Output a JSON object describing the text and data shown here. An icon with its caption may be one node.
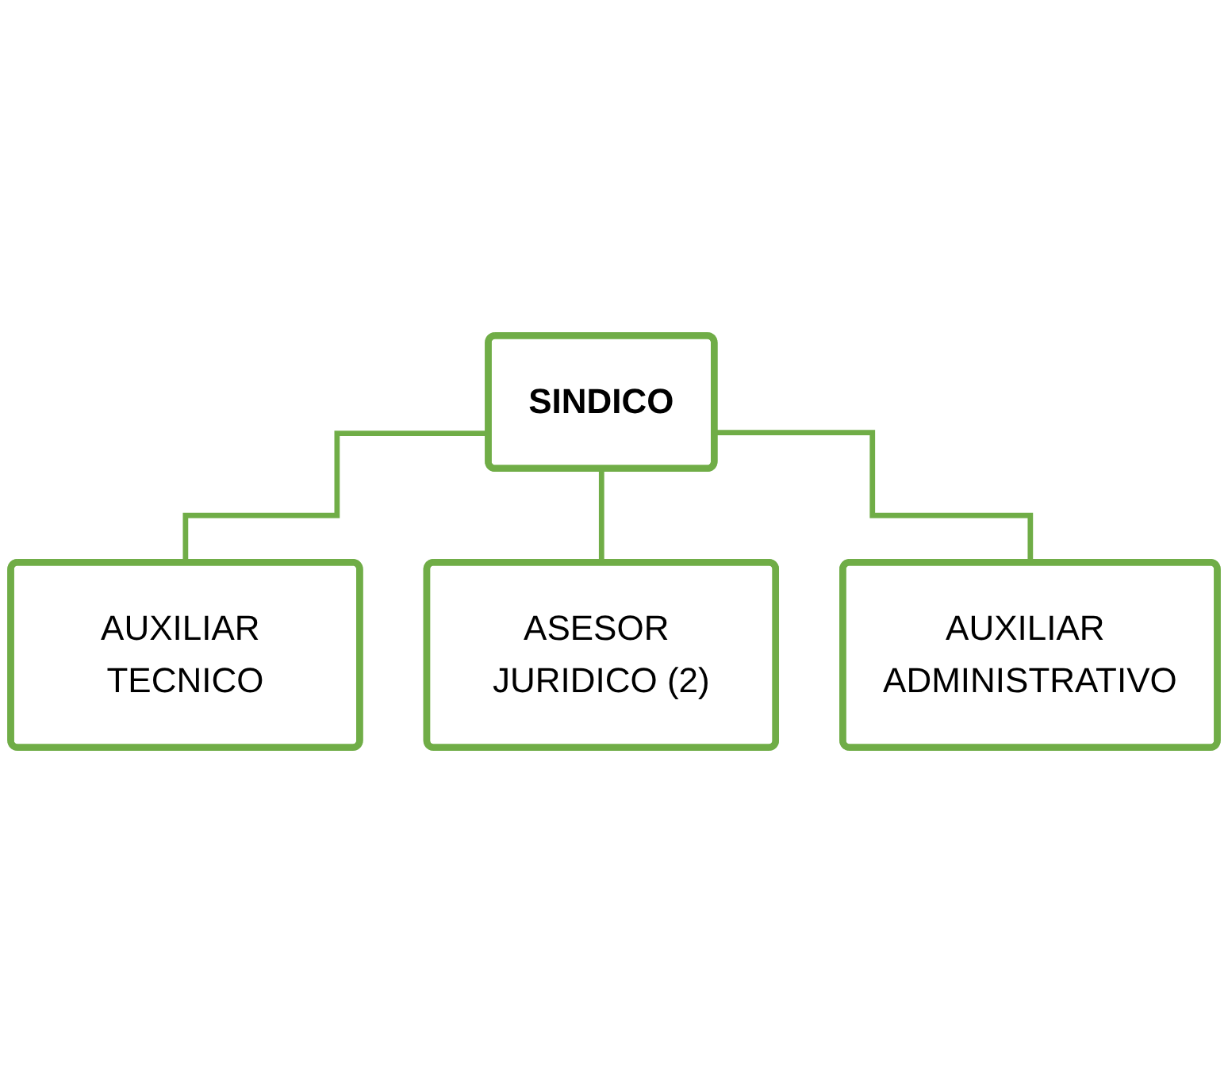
{
  "diagram": {
    "nodes": [
      {
        "text": [
          "SINDICO"
        ]
      },
      {
        "text": [
          "AUXILIAR TECNICO"
        ]
      },
      {
        "text": [
          "ASESOR JURIDICO (2)"
        ]
      },
      {
        "text": [
          "AUXILIAR ADMINISTRATIVO"
        ]
      }
    ],
    "edges": [
      {
        "from": 0,
        "to": 1,
        "arrow": "none"
      },
      {
        "from": 0,
        "to": 2,
        "arrow": "none"
      },
      {
        "from": 0,
        "to": 3,
        "arrow": "none"
      }
    ]
  }
}
